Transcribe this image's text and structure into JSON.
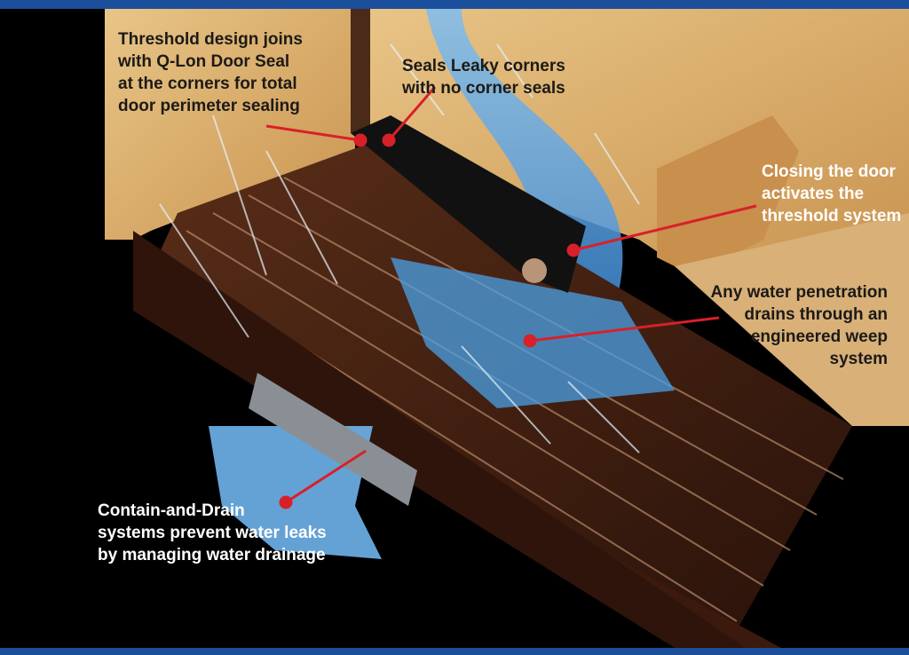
{
  "callouts": {
    "threshold_design": [
      "Threshold design joins",
      "with Q-Lon  Door Seal",
      "at the corners for total",
      "door perimeter sealing"
    ],
    "leaky_corners": [
      "Seals Leaky corners",
      "with no corner seals"
    ],
    "closing_door": [
      "Closing the door",
      "activates the",
      "threshold system"
    ],
    "water_penetration": [
      "Any water penetration",
      "drains through an",
      "engineered weep",
      "system"
    ],
    "contain_drain": [
      "Contain-and-Drain",
      "systems prevent water leaks",
      "by managing water drainage"
    ]
  },
  "colors": {
    "frame": "#1b4e9b",
    "leader": "#d8202a",
    "wood": "#d9b074",
    "water": "#5aa6e6",
    "sill": "#3a1c10"
  }
}
